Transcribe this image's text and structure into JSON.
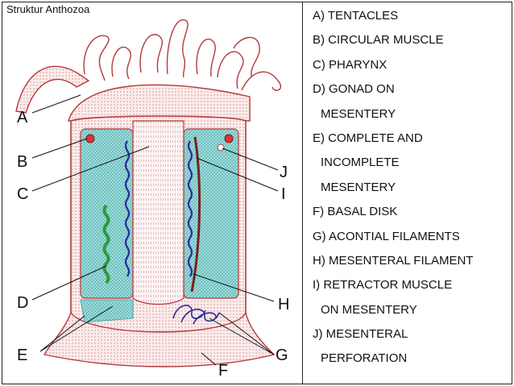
{
  "title": "Struktur Anthozoa",
  "diagram_labels": {
    "A": "A",
    "B": "B",
    "C": "C",
    "D": "D",
    "E": "E",
    "F": "F",
    "G": "G",
    "H": "H",
    "I": "I",
    "J": "J"
  },
  "legend": [
    "A) TENTACLES",
    "B) CIRCULAR MUSCLE",
    "C) PHARYNX",
    "D) GONAD ON",
    "MESENTERY",
    "E) COMPLETE AND",
    "INCOMPLETE",
    "MESENTERY",
    "F) BASAL DISK",
    "G) ACONTIAL FILAMENTS",
    "H) MESENTERAL FILAMENT",
    "I) RETRACTOR MUSCLE",
    "ON MESENTERY",
    "J) MESENTERAL",
    "PERFORATION"
  ],
  "colors": {
    "outline": "#b23a3a",
    "mesentery": "#7fd0cf",
    "gonad": "#2e9a3a",
    "muscle": "#2a2aa0",
    "retractor": "#7a1f1f"
  }
}
